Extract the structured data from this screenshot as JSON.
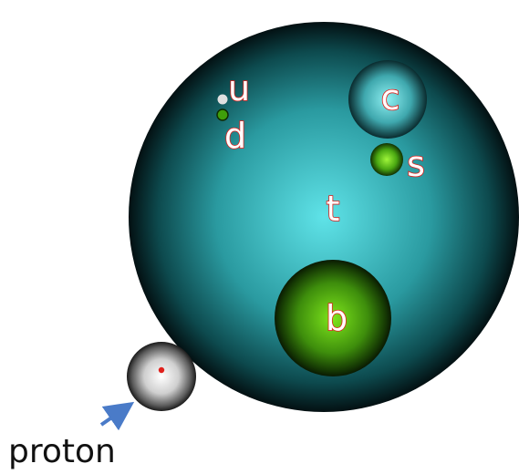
{
  "labels": {
    "top": "t",
    "charm": "c",
    "strange": "s",
    "up": "u",
    "down": "d",
    "bottom": "b",
    "proton": "proton"
  },
  "colors": {
    "top_center": "#5fe3e8",
    "top_edge": "#031012",
    "bottom_center": "#7ee61c",
    "bottom_edge": "#0a1a02",
    "charm_center": "#8ff0f2",
    "charm_edge": "#0a2b2e",
    "strange_center": "#9ff53a",
    "strange_edge": "#113002",
    "up_fill": "#e0e0e0",
    "down_fill": "#3f9e0a",
    "proton_center": "#ffffff",
    "proton_edge": "#1a1a1a",
    "proton_dot": "#e0201c",
    "label_outline": "#e0201c",
    "arrow": "#4a7bc8"
  }
}
